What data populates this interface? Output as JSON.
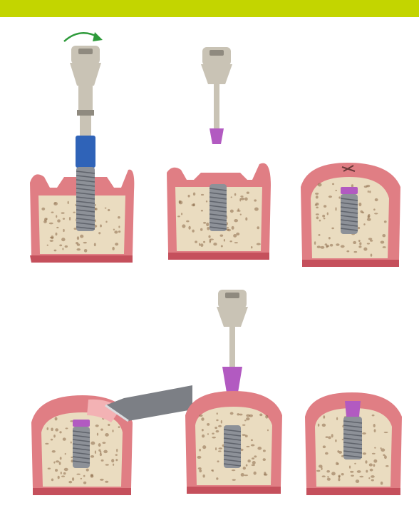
{
  "header": {
    "bar_color": "#c3d500"
  },
  "colors": {
    "gum": "#e07e84",
    "gum_light": "#f3b2b4",
    "gum_dark": "#c5505c",
    "bone": "#eadcc0",
    "bone_pore": "#8a6a48",
    "implant": "#8d9198",
    "implant_dark": "#5f636b",
    "driver": "#c9c3b5",
    "driver_dark": "#8f8a7f",
    "blue_sleeve": "#2f63b8",
    "cover_screw": "#b25ac1",
    "scalpel": "#7c7f85",
    "arrow": "#2d9a3a"
  },
  "steps": [
    {
      "id": "implant-insertion",
      "icon": "rotate-arrow-icon"
    },
    {
      "id": "cover-screw-placement",
      "icon": "cover-screw-icon"
    },
    {
      "id": "flap-closure",
      "icon": "suture-icon"
    },
    {
      "id": "tissue-incision",
      "icon": "scalpel-icon"
    },
    {
      "id": "healing-cap-placement",
      "icon": "healing-cap-icon"
    },
    {
      "id": "healing-cap-in-place",
      "icon": "healing-cap-icon"
    }
  ]
}
